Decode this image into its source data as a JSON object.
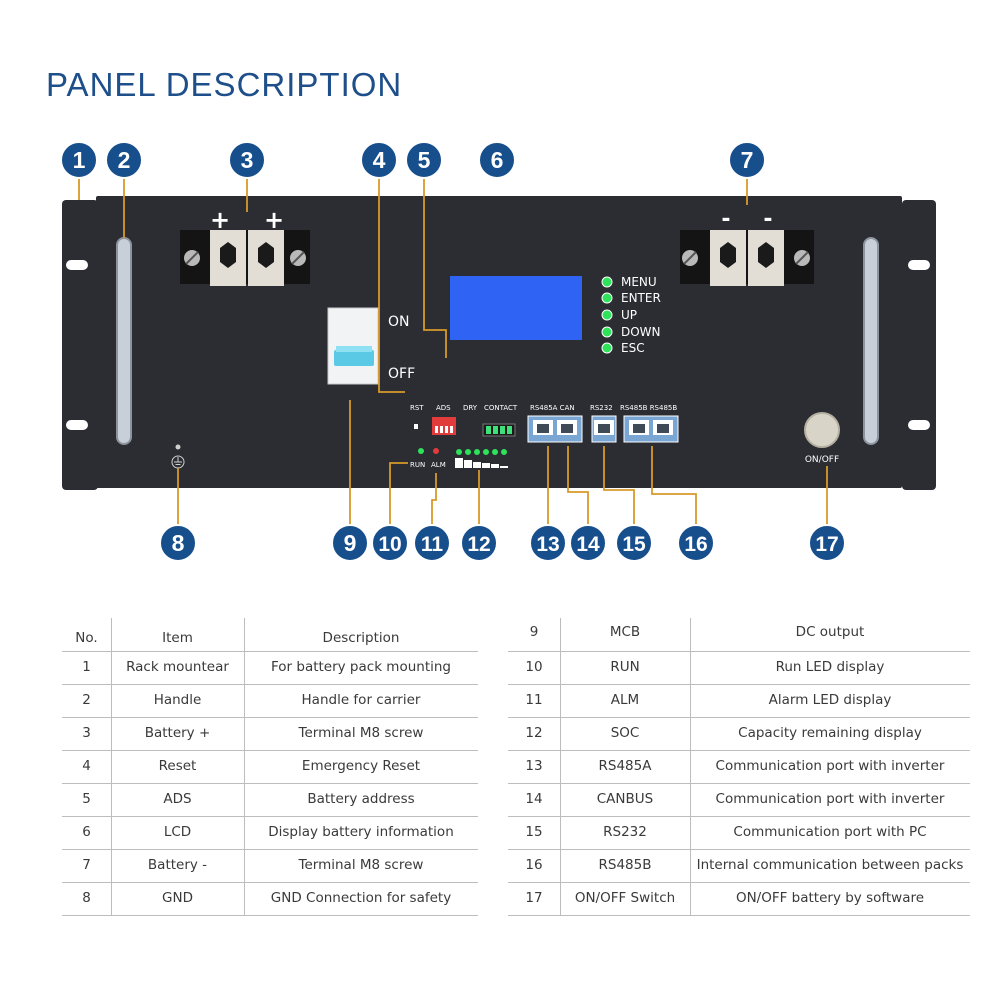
{
  "title": "PANEL DESCRIPTION",
  "colors": {
    "title": "#1e4f8a",
    "callout": "#174e8c",
    "panel": "#2b2d33",
    "lcd": "#2f63f4",
    "led_green": "#2ee35a",
    "port_blue": "#7aa6d4",
    "dip_red": "#e23b3b",
    "leader": "#d79a2a"
  },
  "panel": {
    "plus_signs": [
      "+",
      "+"
    ],
    "minus_signs": [
      "-",
      "-"
    ],
    "breaker_on": "ON",
    "breaker_off": "OFF",
    "menu": [
      "MENU",
      "ENTER",
      "UP",
      "DOWN",
      "ESC"
    ],
    "labels": {
      "rst": "RST",
      "ads": "ADS",
      "dry": "DRY",
      "contact": "CONTACT",
      "rs485a_can": "RS485A CAN",
      "rs232": "RS232",
      "rs485b": "RS485B RS485B",
      "run": "RUN",
      "alm": "ALM",
      "onoff": "ON/OFF"
    },
    "callouts": [
      "1",
      "2",
      "3",
      "4",
      "5",
      "6",
      "7",
      "8",
      "9",
      "10",
      "11",
      "12",
      "13",
      "14",
      "15",
      "16",
      "17"
    ],
    "icons": [
      "ground-icon",
      "screw-icon",
      "handle-icon",
      "rj45-port-icon",
      "round-button-icon"
    ]
  },
  "table_left": {
    "headers": [
      "No.",
      "Item",
      "Description"
    ],
    "rows": [
      [
        "1",
        "Rack mountear",
        "For battery pack mounting"
      ],
      [
        "2",
        "Handle",
        "Handle for carrier"
      ],
      [
        "3",
        "Battery +",
        "Terminal M8 screw"
      ],
      [
        "4",
        "Reset",
        "Emergency Reset"
      ],
      [
        "5",
        "ADS",
        "Battery address"
      ],
      [
        "6",
        "LCD",
        "Display battery information"
      ],
      [
        "7",
        "Battery -",
        "Terminal M8 screw"
      ],
      [
        "8",
        "GND",
        "GND Connection for safety"
      ]
    ]
  },
  "table_right": {
    "rows": [
      [
        "9",
        "MCB",
        "DC output"
      ],
      [
        "10",
        "RUN",
        "Run LED display"
      ],
      [
        "11",
        "ALM",
        "Alarm LED display"
      ],
      [
        "12",
        "SOC",
        "Capacity remaining display"
      ],
      [
        "13",
        "RS485A",
        "Communication port with inverter"
      ],
      [
        "14",
        "CANBUS",
        "Communication port with inverter"
      ],
      [
        "15",
        "RS232",
        "Communication port with PC"
      ],
      [
        "16",
        "RS485B",
        "Internal communication between packs"
      ],
      [
        "17",
        "ON/OFF Switch",
        "ON/OFF battery by software"
      ]
    ]
  }
}
